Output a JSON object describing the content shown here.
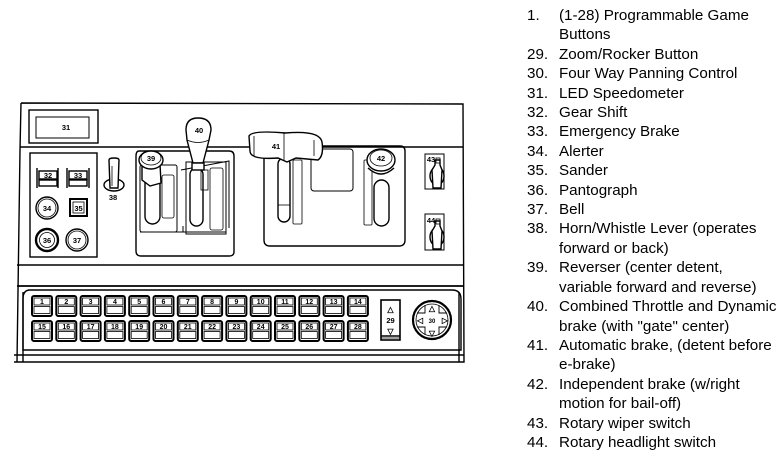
{
  "diagram": {
    "title": "Locomotive control panel diagram",
    "display_label": "31",
    "game_buttons": [
      "1",
      "2",
      "3",
      "4",
      "5",
      "6",
      "7",
      "8",
      "9",
      "10",
      "11",
      "12",
      "13",
      "14",
      "15",
      "16",
      "17",
      "18",
      "19",
      "20",
      "21",
      "22",
      "23",
      "24",
      "25",
      "26",
      "27",
      "28"
    ],
    "rocker_label": "29",
    "dpad_label": "30",
    "gear_shift_label": "32",
    "emergency_brake_label": "33",
    "alerter_label": "34",
    "sander_label": "35",
    "pantograph_label": "36",
    "bell_label": "37",
    "horn_label": "38",
    "reverser_label": "39",
    "throttle_label": "40",
    "auto_brake_label": "41",
    "independent_brake_label": "42",
    "wiper_label": "43",
    "headlight_label": "44",
    "rocker_arrows": {
      "up": "△",
      "down": "▽"
    },
    "dpad_arrows": {
      "up": "△",
      "down": "▽",
      "left": "◁",
      "right": "▷"
    }
  },
  "legend": [
    {
      "num": "1.",
      "text": "(1-28) Programmable Game Buttons"
    },
    {
      "num": "29.",
      "text": "Zoom/Rocker Button"
    },
    {
      "num": "30.",
      "text": "Four Way Panning Control"
    },
    {
      "num": "31.",
      "text": "LED Speedometer"
    },
    {
      "num": "32.",
      "text": "Gear Shift"
    },
    {
      "num": "33.",
      "text": "Emergency Brake"
    },
    {
      "num": "34.",
      "text": "Alerter"
    },
    {
      "num": "35.",
      "text": "Sander"
    },
    {
      "num": "36.",
      "text": "Pantograph"
    },
    {
      "num": "37.",
      "text": "Bell"
    },
    {
      "num": "38.",
      "text": "Horn/Whistle Lever (operates forward or back)"
    },
    {
      "num": "39.",
      "text": "Reverser (center detent, variable forward and reverse)"
    },
    {
      "num": "40.",
      "text": "Combined Throttle and Dynamic brake (with \"gate\" center)"
    },
    {
      "num": "41.",
      "text": "Automatic brake, (detent before e-brake)"
    },
    {
      "num": "42.",
      "text": "Independent brake (w/right motion for bail-off)"
    },
    {
      "num": "43.",
      "text": "Rotary wiper switch"
    },
    {
      "num": "44.",
      "text": "Rotary headlight switch"
    }
  ]
}
